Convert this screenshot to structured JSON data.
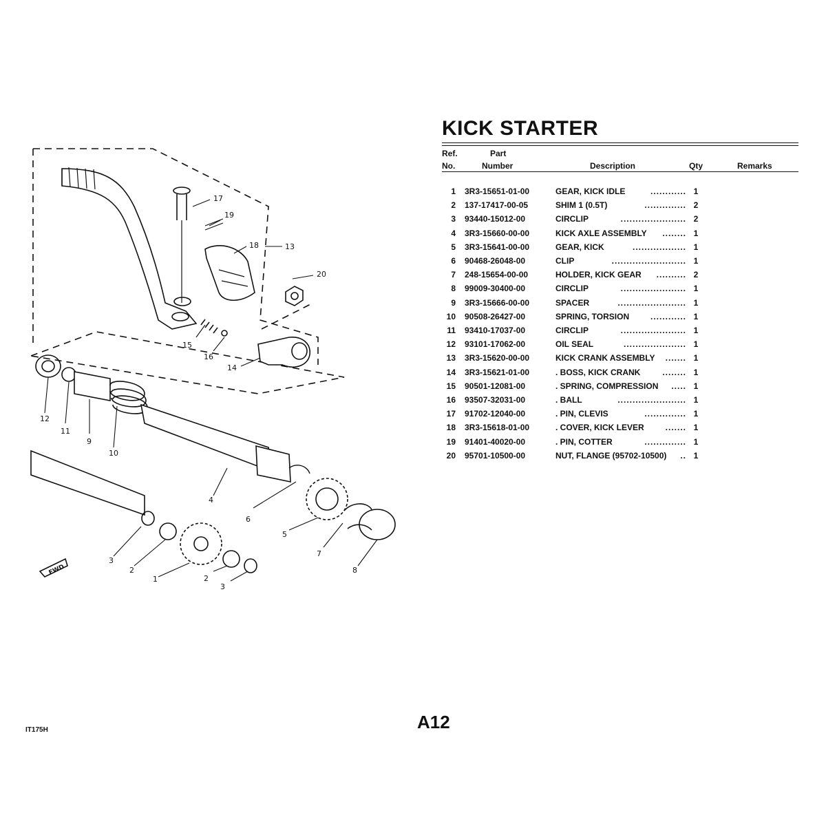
{
  "title": "KICK STARTER",
  "header": {
    "ref_top": "Ref.",
    "ref_bottom": "No.",
    "part_top": "Part",
    "part_bottom": "Number",
    "description": "Description",
    "qty": "Qty",
    "remarks": "Remarks"
  },
  "parts": [
    {
      "no": "1",
      "part": "3R3-15651-01-00",
      "desc": "GEAR, KICK IDLE",
      "qty": "1"
    },
    {
      "no": "2",
      "part": "137-17417-00-05",
      "desc": "SHIM 1 (0.5T)",
      "qty": "2"
    },
    {
      "no": "3",
      "part": "93440-15012-00",
      "desc": "CIRCLIP",
      "qty": "2"
    },
    {
      "no": "4",
      "part": "3R3-15660-00-00",
      "desc": "KICK AXLE ASSEMBLY",
      "qty": "1"
    },
    {
      "no": "5",
      "part": "3R3-15641-00-00",
      "desc": "GEAR, KICK",
      "qty": "1"
    },
    {
      "no": "6",
      "part": "90468-26048-00",
      "desc": "CLIP",
      "qty": "1"
    },
    {
      "no": "7",
      "part": "248-15654-00-00",
      "desc": "HOLDER, KICK GEAR",
      "qty": "2"
    },
    {
      "no": "8",
      "part": "99009-30400-00",
      "desc": "CIRCLIP",
      "qty": "1"
    },
    {
      "no": "9",
      "part": "3R3-15666-00-00",
      "desc": "SPACER",
      "qty": "1"
    },
    {
      "no": "10",
      "part": "90508-26427-00",
      "desc": "SPRING, TORSION",
      "qty": "1"
    },
    {
      "no": "11",
      "part": "93410-17037-00",
      "desc": "CIRCLIP",
      "qty": "1"
    },
    {
      "no": "12",
      "part": "93101-17062-00",
      "desc": "OIL SEAL",
      "qty": "1"
    },
    {
      "no": "13",
      "part": "3R3-15620-00-00",
      "desc": "KICK CRANK ASSEMBLY",
      "qty": "1"
    },
    {
      "no": "14",
      "part": "3R3-15621-01-00",
      "desc": ". BOSS, KICK CRANK",
      "qty": "1"
    },
    {
      "no": "15",
      "part": "90501-12081-00",
      "desc": ". SPRING, COMPRESSION",
      "qty": "1"
    },
    {
      "no": "16",
      "part": "93507-32031-00",
      "desc": ". BALL",
      "qty": "1"
    },
    {
      "no": "17",
      "part": "91702-12040-00",
      "desc": ". PIN, CLEVIS",
      "qty": "1"
    },
    {
      "no": "18",
      "part": "3R3-15618-01-00",
      "desc": ". COVER, KICK LEVER",
      "qty": "1"
    },
    {
      "no": "19",
      "part": "91401-40020-00",
      "desc": ". PIN, COTTER",
      "qty": "1"
    },
    {
      "no": "20",
      "part": "95701-10500-00",
      "desc": "NUT, FLANGE (95702-10500)",
      "qty": "1"
    }
  ],
  "diagram": {
    "callouts": [
      "1",
      "2",
      "3",
      "4",
      "5",
      "6",
      "7",
      "8",
      "9",
      "10",
      "11",
      "12",
      "13",
      "14",
      "15",
      "16",
      "17",
      "18",
      "19",
      "20",
      "2",
      "3"
    ],
    "fwd": "FWD"
  },
  "page_number": "A12",
  "model": "IT175H"
}
